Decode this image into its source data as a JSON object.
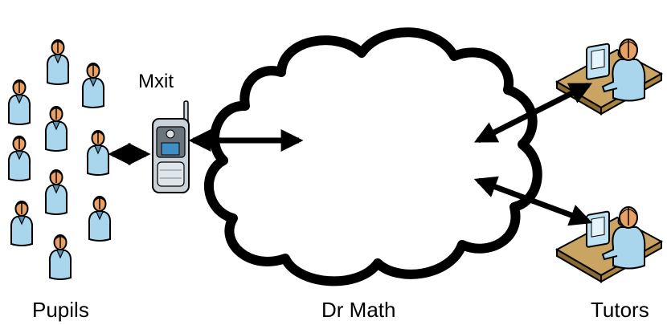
{
  "labels": {
    "pupils": "Pupils",
    "dr_math": "Dr Math",
    "tutors": "Tutors",
    "mxit": "Mxit"
  },
  "colors": {
    "person_body": "#a9d6ec",
    "person_body_dark": "#5a8fb0",
    "person_skin": "#e8a064",
    "person_hair": "#c46a1c",
    "outline": "#000000",
    "desk": "#c9a463",
    "monitor": "#bfe3f2",
    "phone_body": "#c9d2d8",
    "phone_screen": "#3f8fc4"
  },
  "icons": {
    "person": "person-icon",
    "phone": "phone-icon",
    "cloud": "cloud-icon",
    "tutor": "tutor-at-desk-icon"
  }
}
